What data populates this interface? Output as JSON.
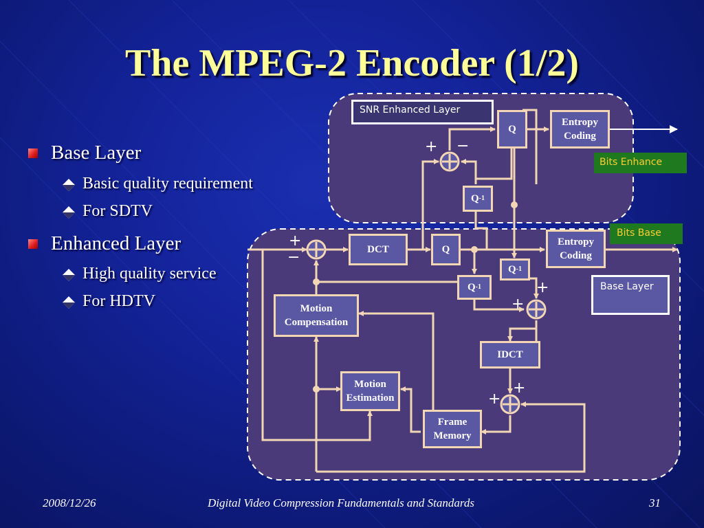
{
  "slide": {
    "title": "The MPEG-2 Encoder (1/2)",
    "bullets": [
      {
        "text": "Base Layer",
        "sub": [
          "Basic quality requirement",
          "For SDTV"
        ]
      },
      {
        "text": "Enhanced Layer",
        "sub": [
          "High quality service",
          "For HDTV"
        ]
      }
    ],
    "footer": {
      "date": "2008/12/26",
      "course": "Digital Video Compression Fundamentals and Standards",
      "page": "31"
    }
  },
  "diagram": {
    "snr_label": "SNR Enhanced Layer",
    "base_layer_label": "Base Layer",
    "bits_enhance": "Bits Enhance",
    "bits_base": "Bits Base",
    "boxes": {
      "q_enh": "Q",
      "entropy_enh": "Entropy Coding",
      "qinv_enh": "Q-1",
      "dct": "DCT",
      "q_base": "Q",
      "entropy_base": "Entropy Coding",
      "qinv_base_a": "Q-1",
      "qinv_base_b": "Q-1",
      "motion_comp": "Motion Compensation",
      "idct": "IDCT",
      "motion_est": "Motion Estimation",
      "frame_memory": "Frame Memory"
    },
    "signs": {
      "plus": "+",
      "minus": "−"
    },
    "colors": {
      "line": "#f3d6b4",
      "box_fill": "#5a58a2",
      "region_fill": "#4a3a7a",
      "bits_green": "#1f7a1f",
      "bits_text": "#ffcc33",
      "title_yellow": "#ffff99"
    }
  }
}
